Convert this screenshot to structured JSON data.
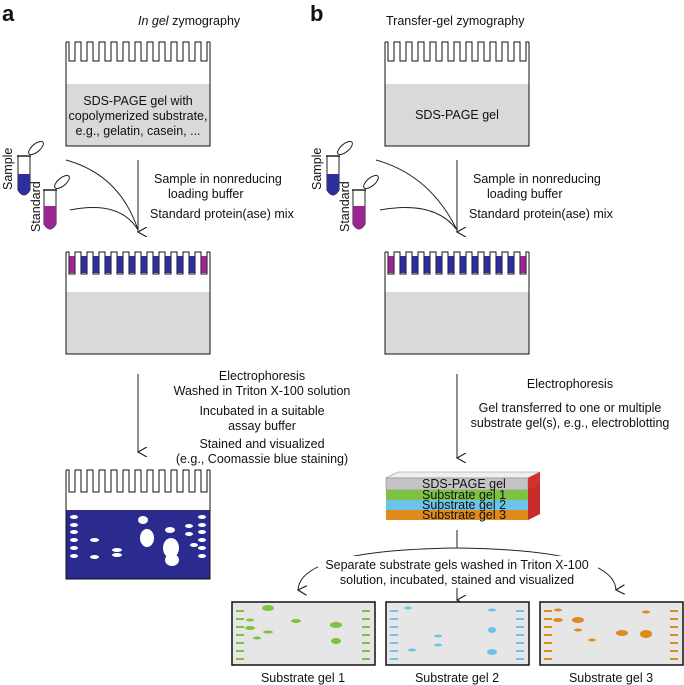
{
  "panel_a": {
    "letter": "a",
    "title_italic": "In gel",
    "title_rest": " zymography",
    "gel_text": [
      "SDS-PAGE gel with",
      "copolymerized substrate,",
      "e.g., gelatin, casein, ..."
    ],
    "tube_sample": "Sample",
    "tube_standard": "Standard",
    "step1": [
      "Sample in nonreducing",
      "loading buffer"
    ],
    "step2": "Standard protein(ase) mix",
    "step3": [
      "Electrophoresis",
      "Washed in Triton X-100 solution"
    ],
    "step4": [
      "Incubated in a suitable",
      "assay buffer",
      "Stained and visualized",
      "(e.g., Coomassie blue staining)"
    ]
  },
  "panel_b": {
    "letter": "b",
    "title": "Transfer-gel zymography",
    "gel_text": "SDS-PAGE gel",
    "tube_sample": "Sample",
    "tube_standard": "Standard",
    "step1": [
      "Sample in nonreducing",
      "loading buffer"
    ],
    "step2": "Standard protein(ase) mix",
    "step3": "Electrophoresis",
    "step4": [
      "Gel transferred to one or multiple",
      "substrate gel(s), e.g., electroblotting"
    ],
    "stack_layers": [
      "SDS-PAGE gel",
      "Substrate gel 1",
      "Substrate gel 2",
      "Substrate gel 3"
    ],
    "step5": [
      "Separate substrate gels washed in Triton X-100",
      "solution, incubated, stained and visualized"
    ],
    "result_gels": [
      "Substrate gel 1",
      "Substrate gel 2",
      "Substrate gel 3"
    ]
  },
  "colors": {
    "gel_grey": "#d9d9d9",
    "sample_blue": "#2e2e9e",
    "standard_purple": "#9b2592",
    "stain_blue": "#2b2b8f",
    "green": "#7dc242",
    "lightblue": "#6cc3e8",
    "orange": "#e08a1e",
    "red": "#d3302b"
  }
}
